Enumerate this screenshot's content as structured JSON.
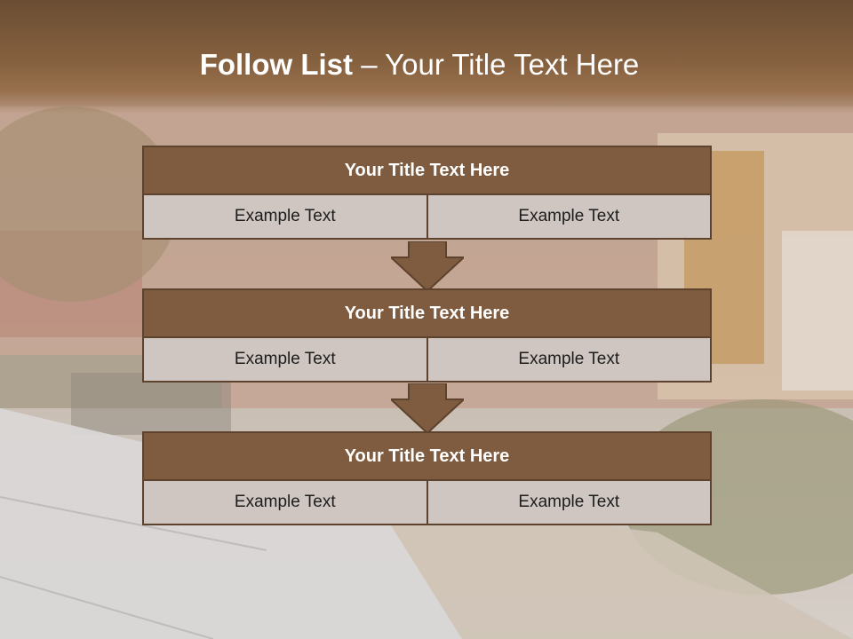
{
  "slide": {
    "title_bold": "Follow List",
    "title_rest": " – Your Title Text Here"
  },
  "blocks": [
    {
      "title": "Your Title Text Here",
      "left": "Example Text",
      "right": "Example Text"
    },
    {
      "title": "Your Title Text Here",
      "left": "Example Text",
      "right": "Example Text"
    },
    {
      "title": "Your Title Text Here",
      "left": "Example Text",
      "right": "Example Text"
    }
  ],
  "colors": {
    "header": "#86613f",
    "block_title": "#7f5c3f",
    "block_border": "#5d432d",
    "cell_bg": "#cfc6c1",
    "arrow": "#7f5c3f"
  }
}
